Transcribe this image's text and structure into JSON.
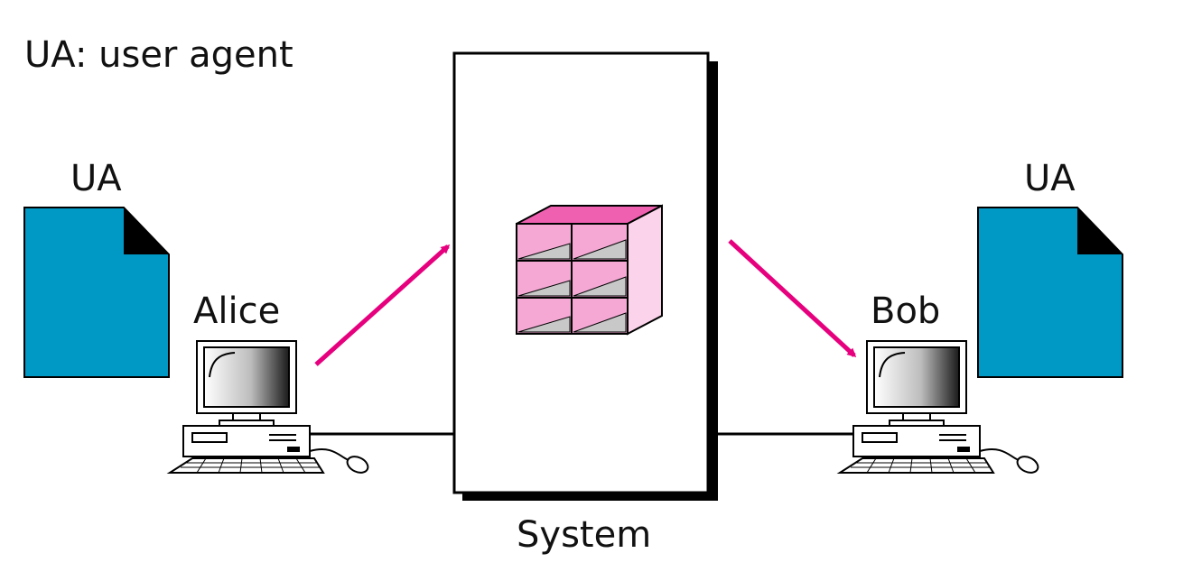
{
  "legend": "UA: user agent",
  "left_ua_label": "UA",
  "right_ua_label": "UA",
  "sender_name": "Alice",
  "receiver_name": "Bob",
  "system_label": "System",
  "colors": {
    "document": "#0099c6",
    "arrow": "#e6007e",
    "mailbox_top": "#f060b0",
    "mailbox_front": "#f5a8d4",
    "mailbox_side": "#fbd3ea"
  },
  "icons": [
    "document-icon",
    "computer-icon",
    "mailbox-icon",
    "arrow-icon"
  ]
}
